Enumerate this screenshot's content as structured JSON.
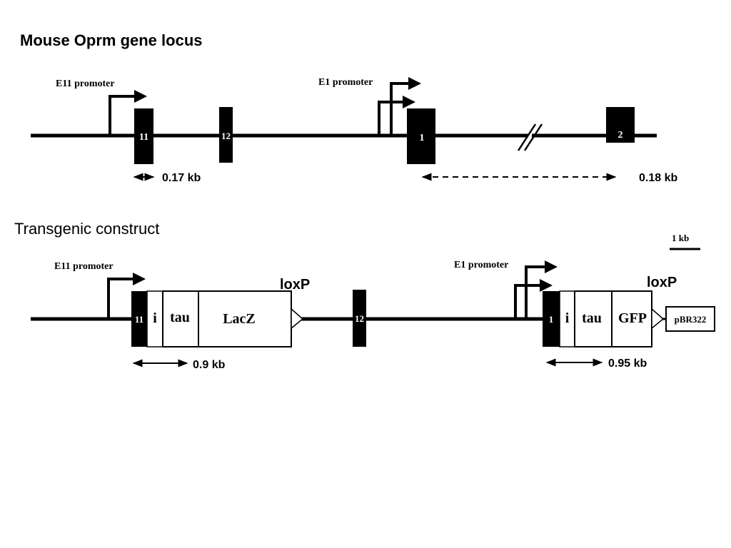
{
  "colors": {
    "line": "#000000",
    "fill": "#ffffff"
  },
  "locus": {
    "title": "Mouse Oprm gene locus",
    "promoter_e11": "E11 promoter",
    "promoter_e1": "E1 promoter",
    "exon_11": "11",
    "exon_12": "12",
    "exon_1": "1",
    "exon_2": "2",
    "dist_a": "0.17 kb",
    "dist_b": "0.18 kb"
  },
  "construct": {
    "title": "Transgenic construct",
    "scale_label": "1 kb",
    "promoter_e11": "E11 promoter",
    "promoter_e1": "E1 promoter",
    "exon_11": "11",
    "exon_12": "12",
    "exon_1": "1",
    "intron_a": "i",
    "tau_a": "tau",
    "lacz": "LacZ",
    "loxp_a": "loxP",
    "intron_b": "i",
    "tau_b": "tau",
    "gfp": "GFP",
    "loxp_b": "loxP",
    "pbr": "pBR322",
    "dist_a": "0.9 kb",
    "dist_b": "0.95 kb"
  }
}
